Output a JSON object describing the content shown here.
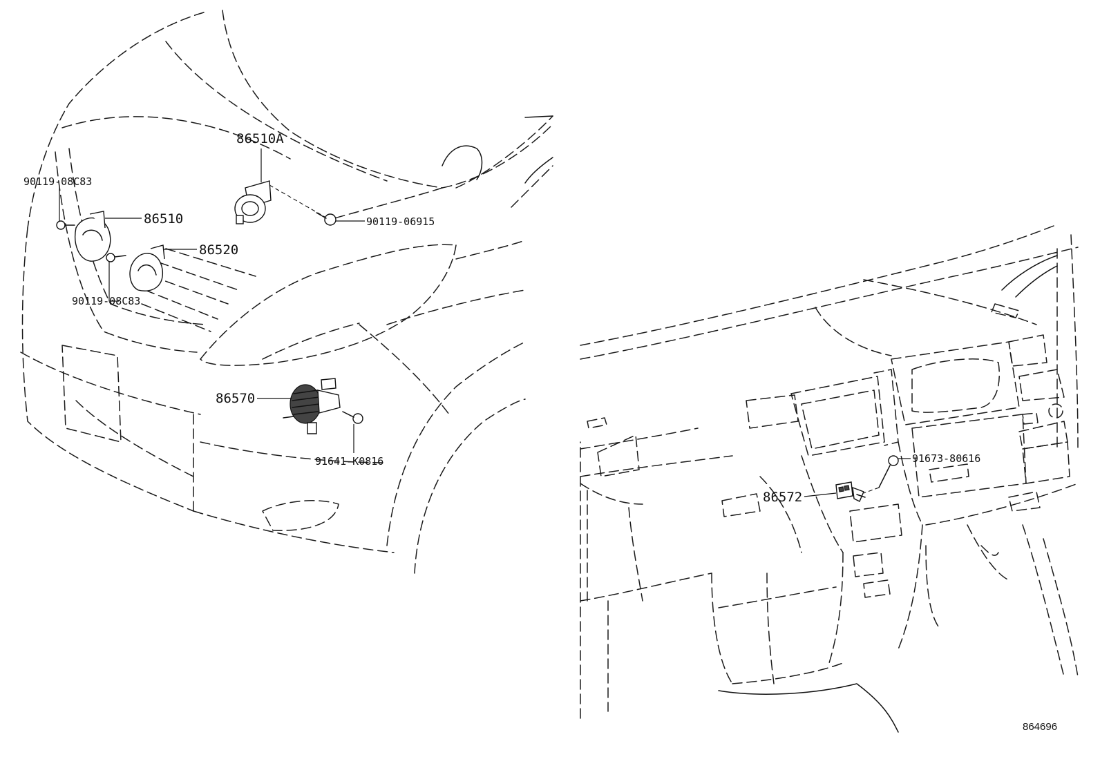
{
  "labels": {
    "horn_high_a": "86510A",
    "horn_high": "86510",
    "horn_low": "86520",
    "bolt_left_top": "90119-08C83",
    "bolt_left_bottom": "90119-08C83",
    "bolt_center": "90119-06915",
    "security_horn": "86570",
    "security_horn_bolt": "91641-K0816",
    "dash_bolt": "91673-80616",
    "dash_relay": "86572"
  },
  "reference_number": "864696"
}
